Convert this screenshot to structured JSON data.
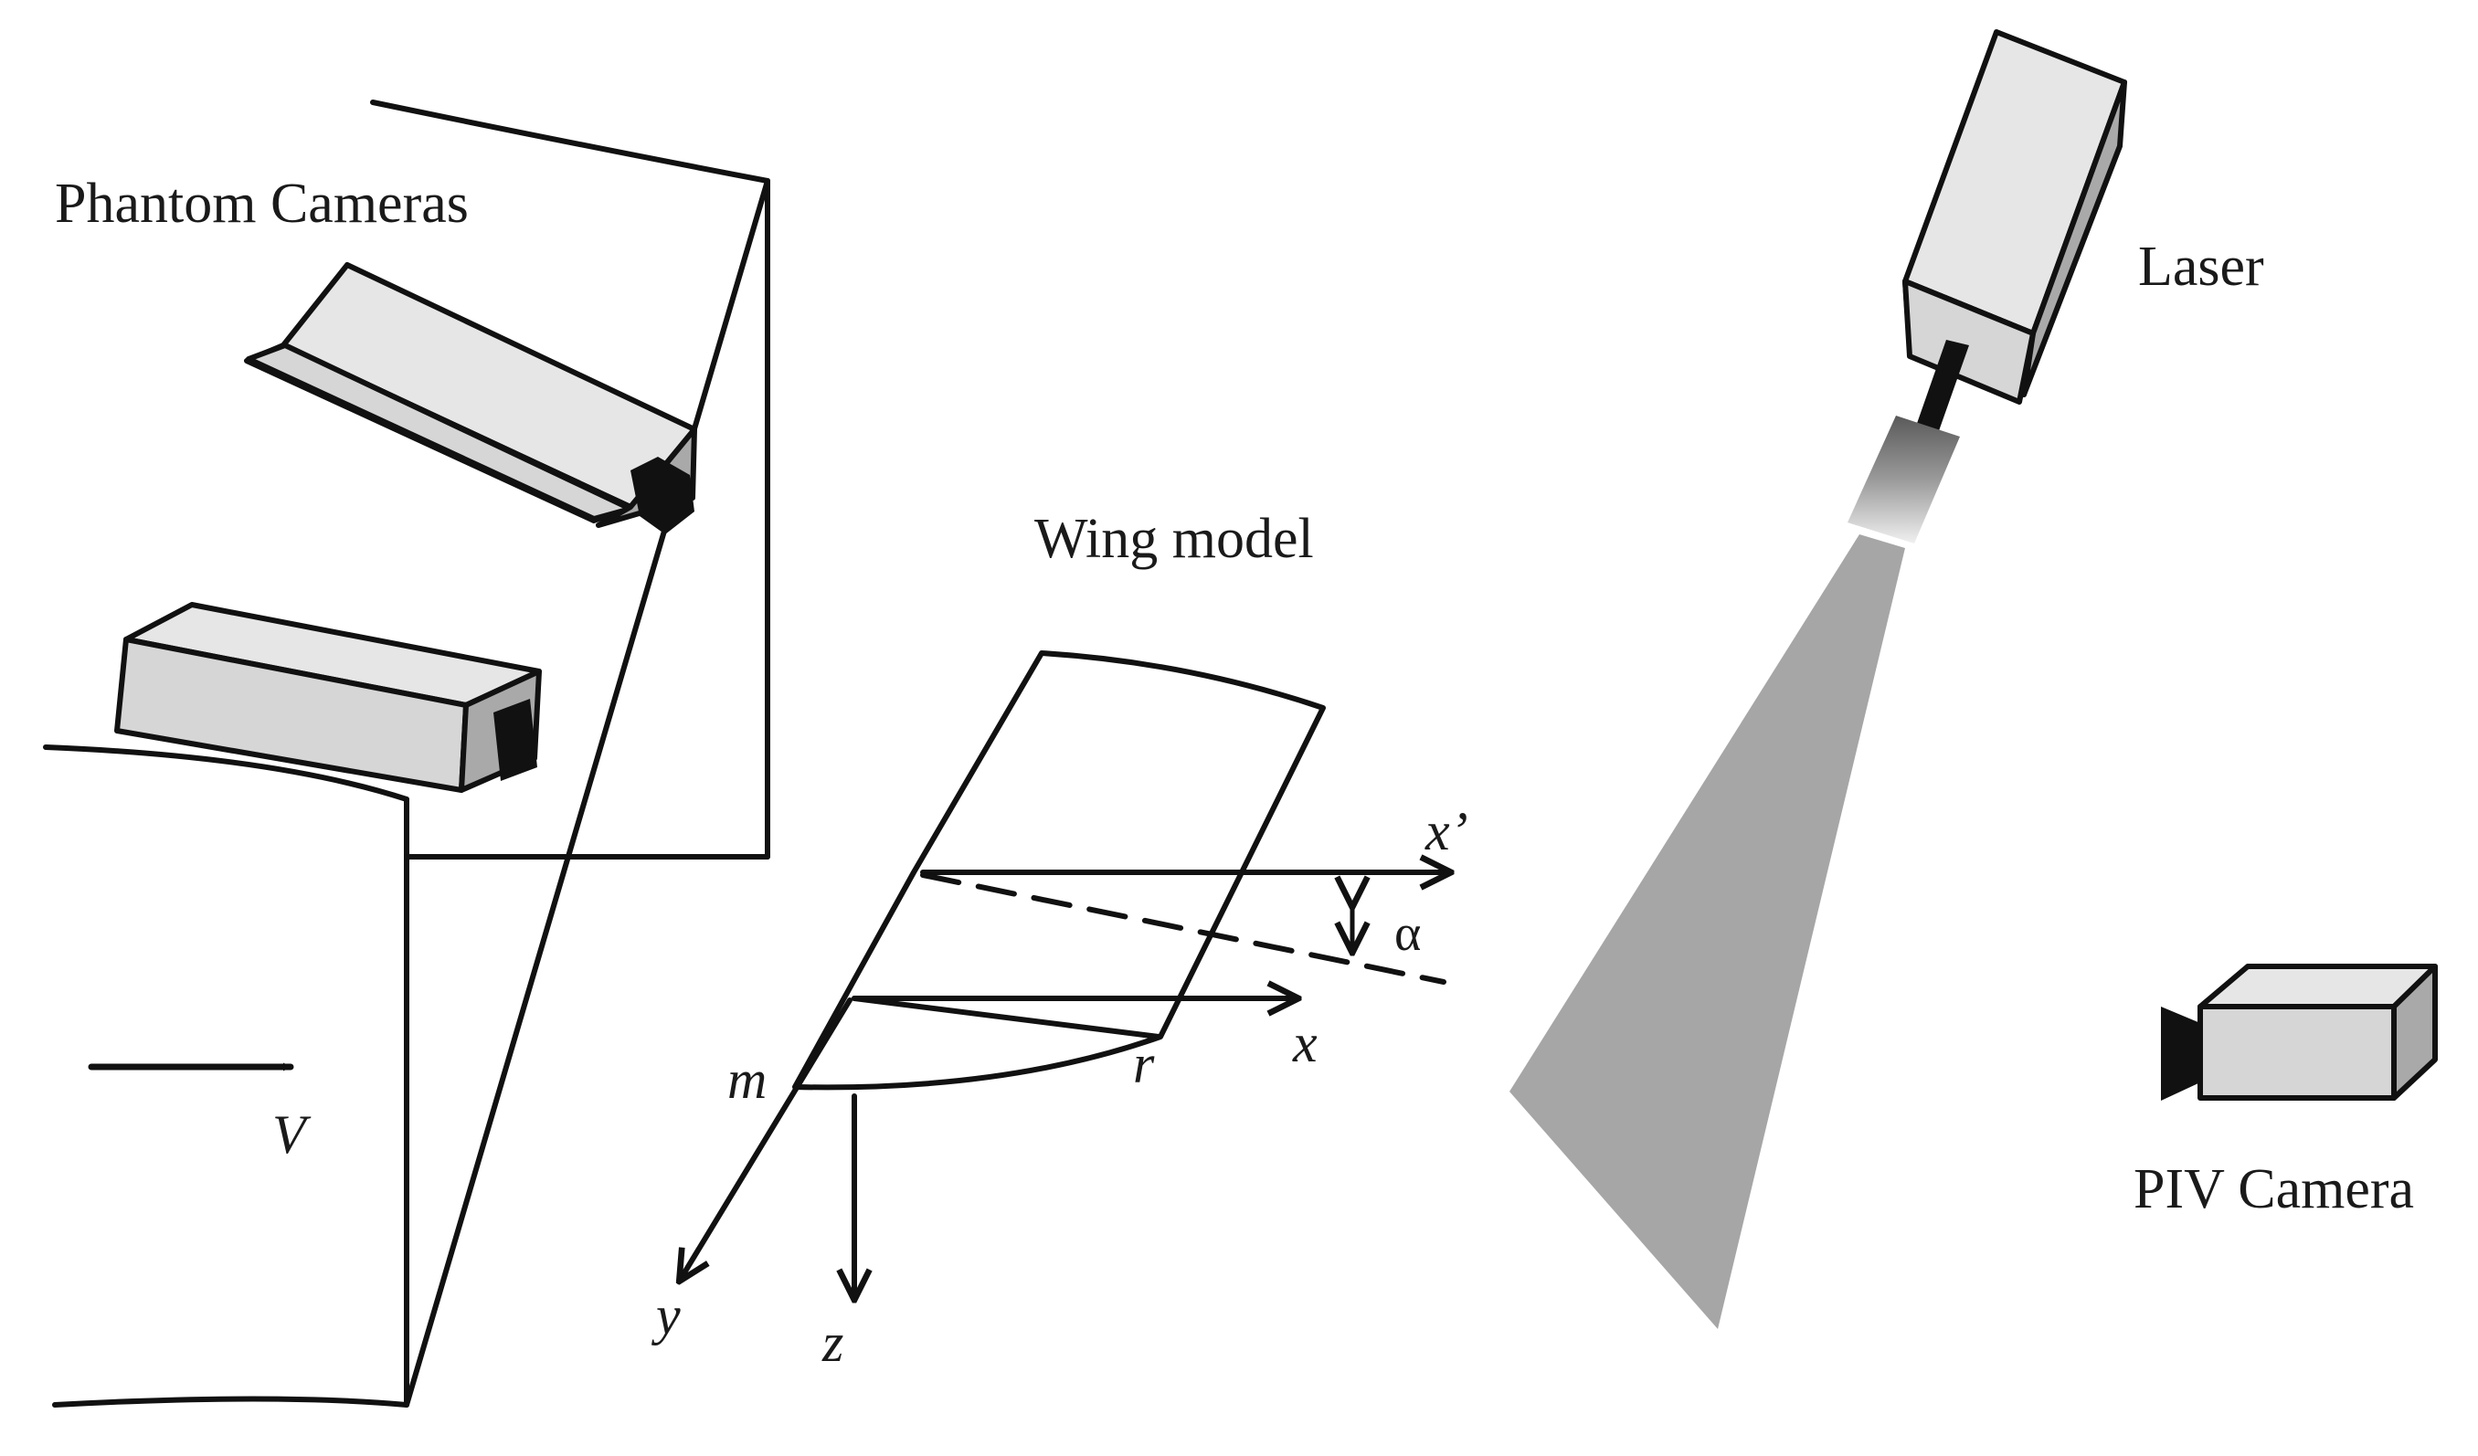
{
  "labels": {
    "phantom_cameras": "Phantom Cameras",
    "wing_model": "Wing model",
    "laser": "Laser",
    "piv_camera": "PIV Camera"
  },
  "axes": {
    "x_prime": "x’",
    "x": "x",
    "y": "y",
    "z": "z",
    "alpha": "α",
    "m": "m",
    "r": "r",
    "v": "V"
  },
  "colors": {
    "camera_body": "#d6d6d6",
    "camera_side": "#a9a9a9",
    "laser_sheet": "#a6a6a6",
    "stroke": "#111111"
  }
}
